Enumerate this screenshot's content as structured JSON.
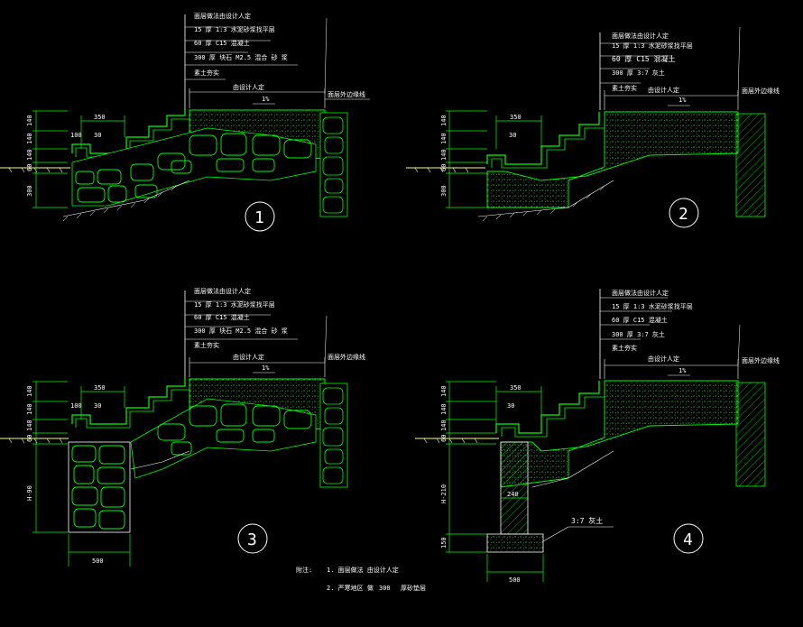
{
  "drawing": {
    "colors": {
      "background": "#000000",
      "line_green": "#00ff00",
      "line_white": "#ffffff",
      "line_yellow": "#ffff66",
      "dots_green": "#33ff33"
    },
    "details": [
      {
        "id": "1",
        "layers": [
          "面层做法由设计人定",
          "15 厚 1:3 水泥砂浆找平层",
          "60 厚 C15 混凝土",
          "300 厚 块石 M2.5 混合 砂 浆",
          "素土夯实"
        ],
        "slope_label": "由设计人定",
        "slope_percent": "1%",
        "edge_note": "面层外边缘线",
        "dims_top": "350",
        "dims_left": [
          "140",
          "140",
          "140",
          "60",
          "300"
        ],
        "dim_step_w": "100",
        "dim_step_h": "30"
      },
      {
        "id": "2",
        "layers": [
          "面层做法由设计人定",
          "15 厚 1:3 水泥砂浆找平层",
          "60 厚 C15 混凝土",
          "300 厚 3:7 灰土",
          "素土夯实"
        ],
        "slope_label": "由设计人定",
        "slope_percent": "1%",
        "edge_note": "面层外边缘线",
        "dims_top": "350",
        "dims_left": [
          "140",
          "140",
          "140",
          "60",
          "300"
        ],
        "dim_step_h": "30"
      },
      {
        "id": "3",
        "layers": [
          "面层做法由设计人定",
          "15 厚 1:3 水泥砂浆找平层",
          "60 厚 C15 混凝土",
          "300 厚 块石 M2.5 混合 砂 浆",
          "素土夯实"
        ],
        "slope_label": "由设计人定",
        "slope_percent": "1%",
        "edge_note": "面层外边缘线",
        "dims_top": "350",
        "dims_left": [
          "140",
          "140",
          "140",
          "60",
          "H-90"
        ],
        "dim_step_w": "100",
        "dim_step_h": "30",
        "dim_bottom": "500"
      },
      {
        "id": "4",
        "layers": [
          "面层做法由设计人定",
          "15 厚 1:3 水泥砂浆找平层",
          "60 厚 C15 混凝土",
          "300 厚 3:7 灰土",
          "素土夯实"
        ],
        "slope_label": "由设计人定",
        "slope_percent": "1%",
        "edge_note": "面层外边缘线",
        "dims_top": "350",
        "dims_left": [
          "140",
          "140",
          "140",
          "60",
          "H-210",
          "150"
        ],
        "dim_step_h": "30",
        "dim_wall": "240",
        "footing_label": "3:7 灰土",
        "dim_bottom": "500"
      }
    ],
    "notes": {
      "title": "附注:",
      "line1": "1. 面层做法 由设计人定",
      "line2_a": "2. 严寒地区 做",
      "line2_b": "300",
      "line2_c": "厚砂垫层"
    }
  }
}
